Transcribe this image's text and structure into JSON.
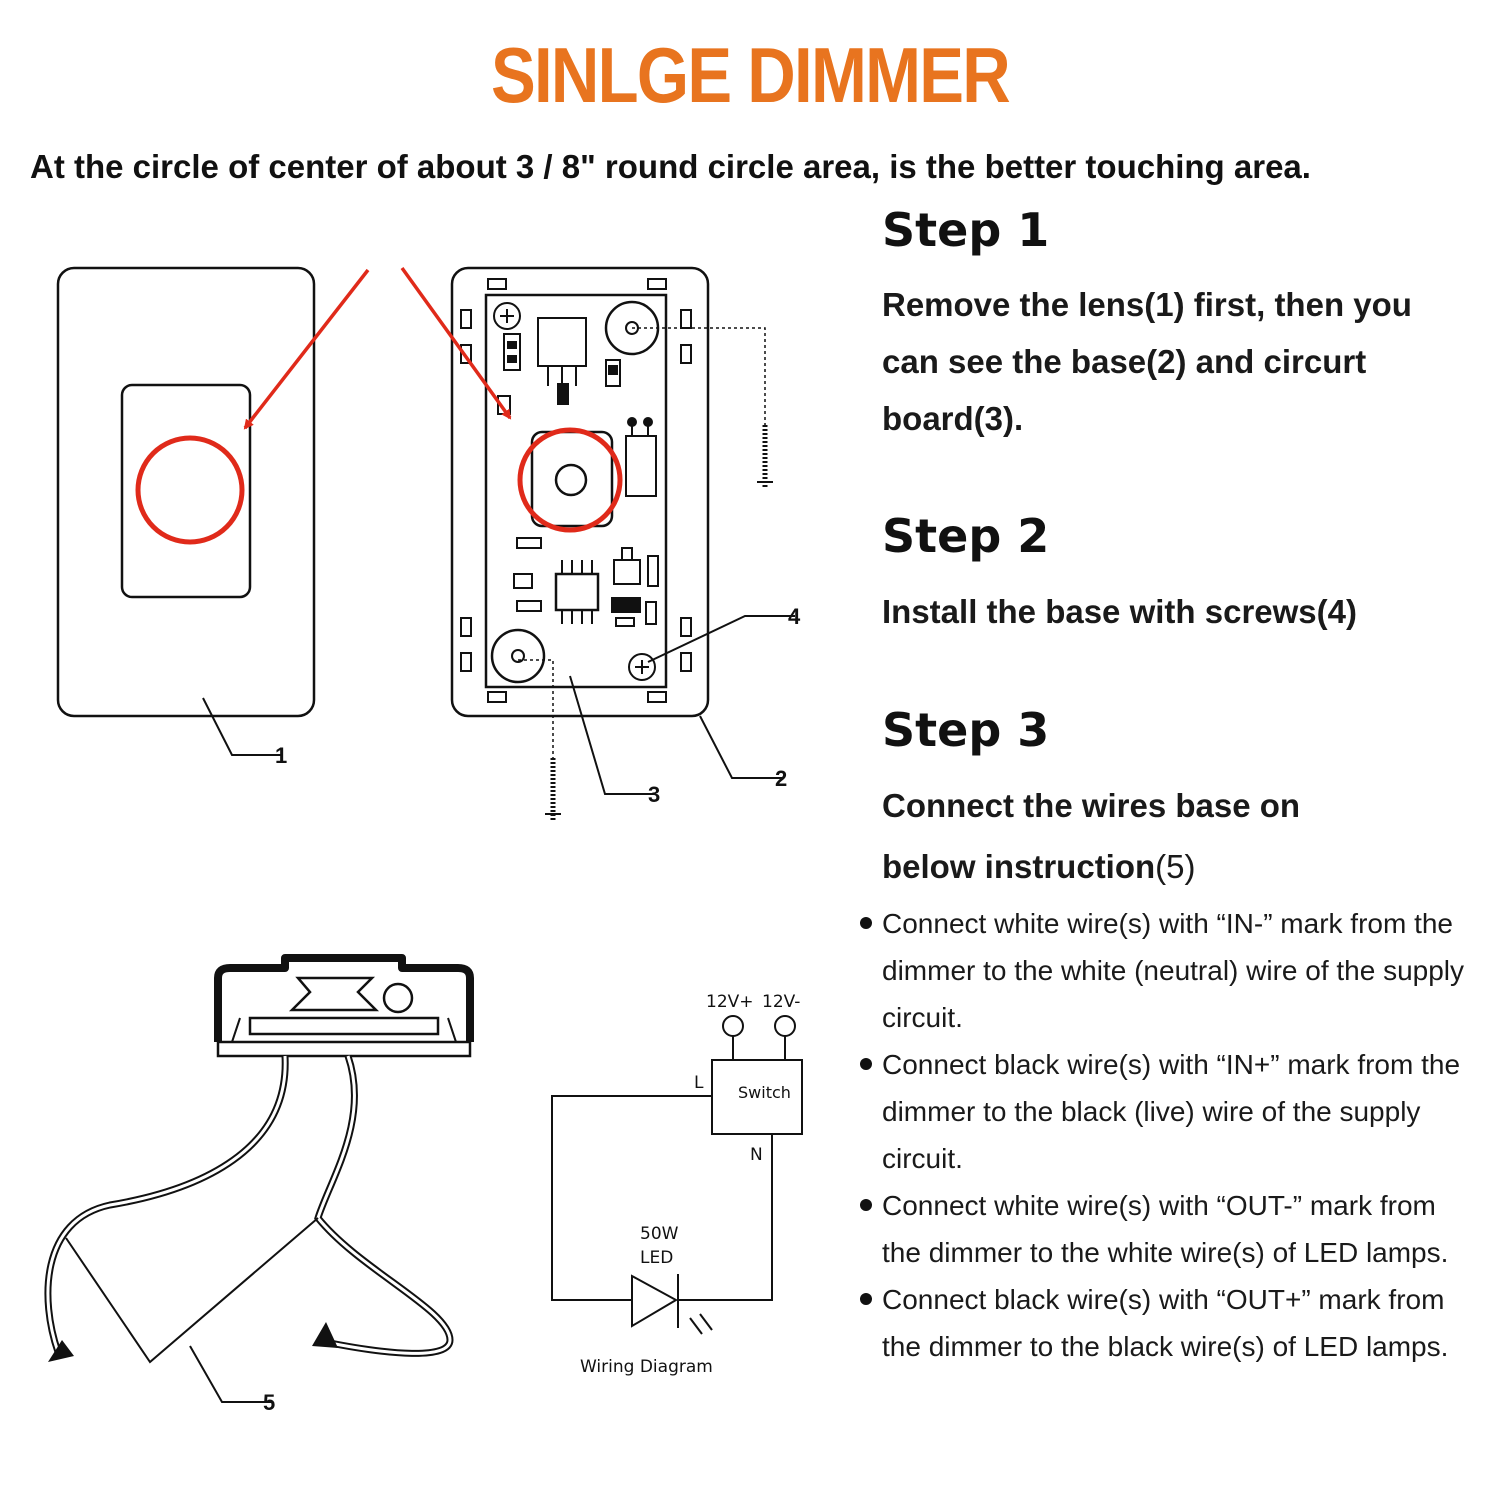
{
  "title": "SINLGE DIMMER",
  "subtitle": "At the circle of center of about 3 / 8\" round circle area, is the better touching area.",
  "steps": [
    {
      "heading": "Step 1",
      "text": "Remove the lens(1) first, then you can see the base(2) and circurt board(3)."
    },
    {
      "heading": "Step 2",
      "text": "Install the base with screws(4)"
    },
    {
      "heading": "Step 3",
      "text_bold": "Connect the wires base on below instruction",
      "text_normal": "(5)"
    }
  ],
  "bullets": [
    "Connect white wire(s) with “IN-” mark from the dimmer to the white (neutral) wire of the supply circuit.",
    "Connect black wire(s) with “IN+” mark from the dimmer to the black (live) wire of the supply circuit.",
    "Connect white wire(s) with “OUT-” mark from the dimmer to the white wire(s) of LED lamps.",
    "Connect black wire(s) with “OUT+” mark from the dimmer to the black wire(s) of LED lamps."
  ],
  "part_labels": {
    "lens": "1",
    "base": "2",
    "board": "3",
    "screw": "4",
    "wires": "5"
  },
  "wiring": {
    "v_plus": "12V+",
    "v_minus": "12V-",
    "switch": "Switch",
    "l": "L",
    "n": "N",
    "watt": "50W",
    "led": "LED",
    "caption": "Wiring  Diagram"
  },
  "colors": {
    "title": "#e8741f",
    "highlight": "#e02a1a",
    "ink": "#111111"
  }
}
